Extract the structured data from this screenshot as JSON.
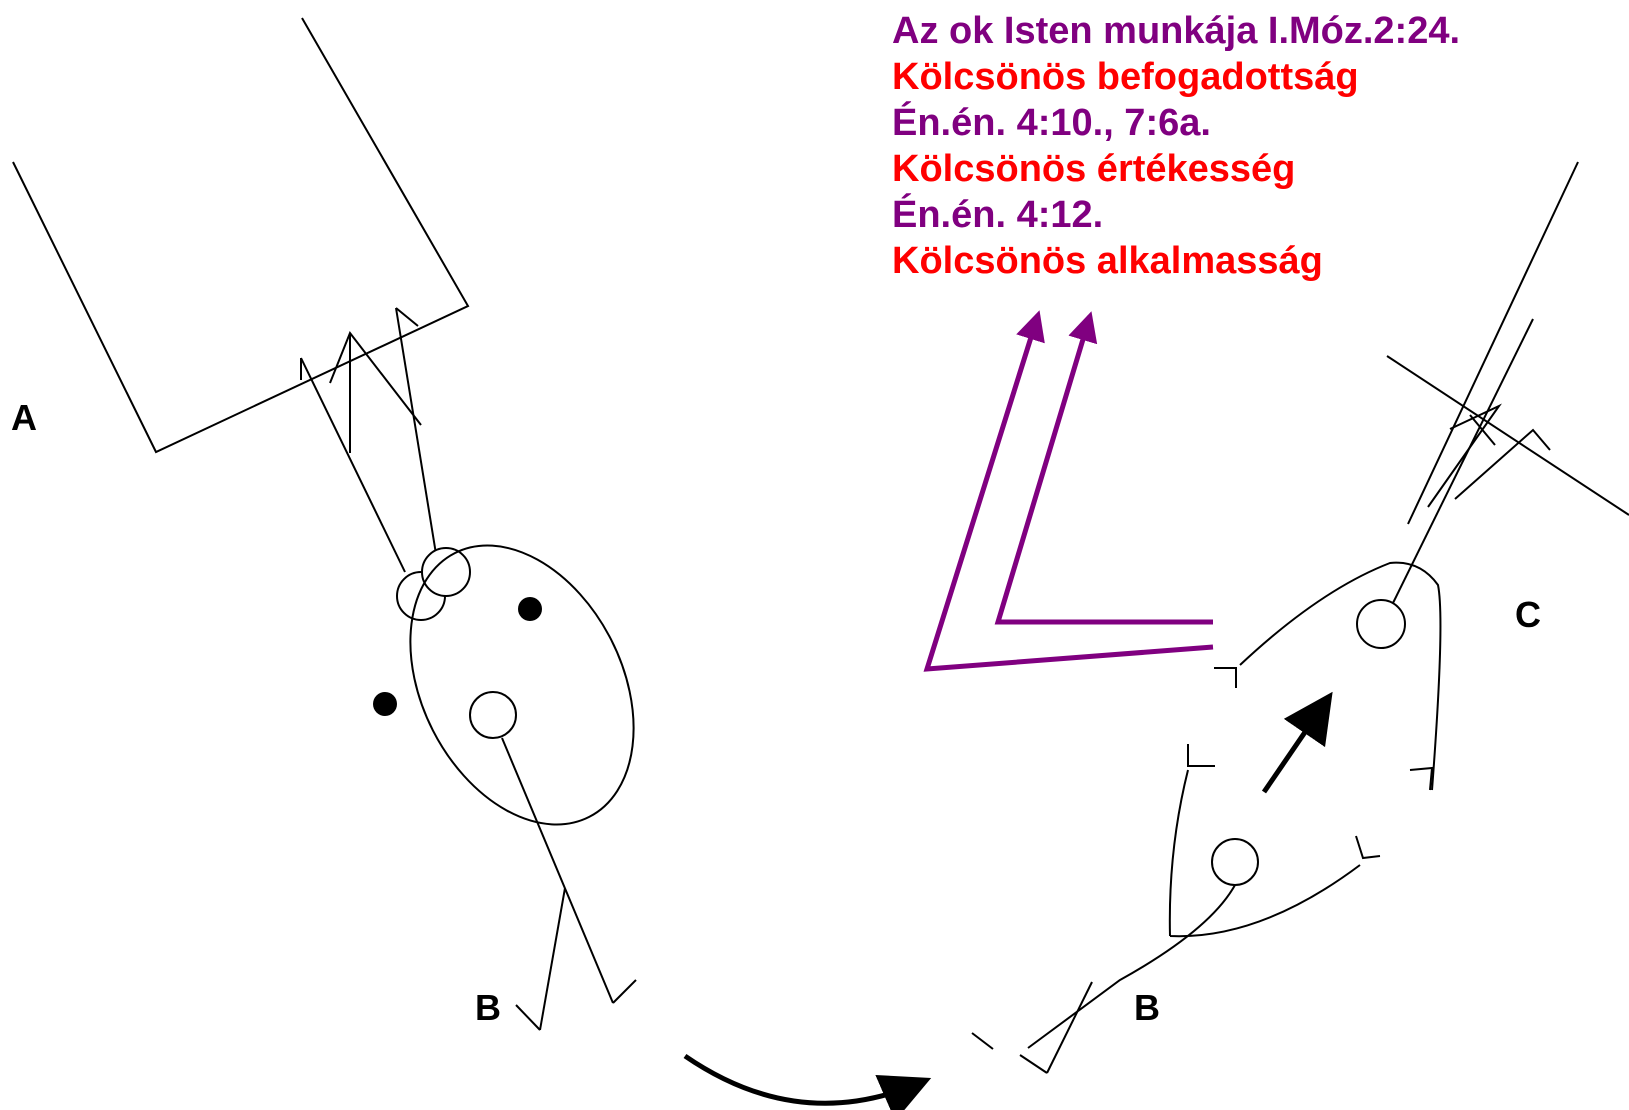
{
  "labels": {
    "a": "A",
    "b_left": "B",
    "b_right": "B",
    "c": "C"
  },
  "text_lines": [
    {
      "text": "Az ok Isten munkája I.Móz.2:24.",
      "style": "purple"
    },
    {
      "text": "Kölcsönös befogadottság",
      "style": "red"
    },
    {
      "text": "Én.én. 4:10., 7:6a.",
      "style": "purple"
    },
    {
      "text": "Kölcsönös értékesség",
      "style": "red"
    },
    {
      "text": "Én.én. 4:12.",
      "style": "purple"
    },
    {
      "text": "Kölcsönös alkalmasság",
      "style": "red"
    }
  ],
  "colors": {
    "purple": "#800080",
    "red": "#ff0000",
    "ink": "#000000"
  }
}
